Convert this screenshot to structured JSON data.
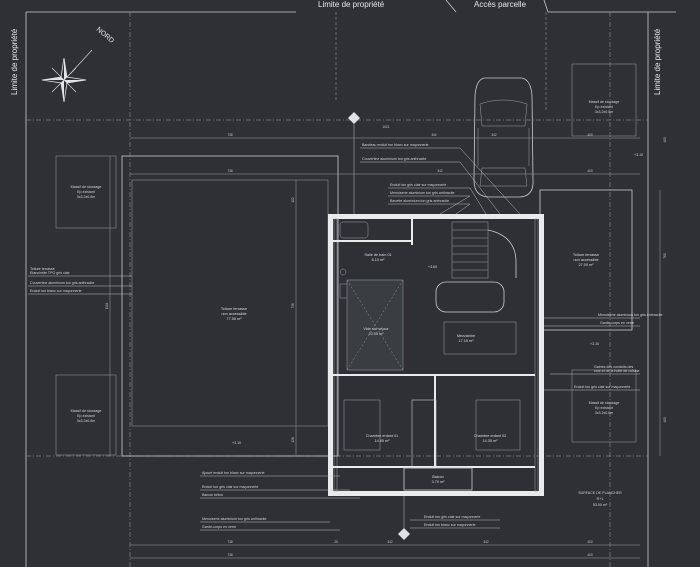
{
  "labels": {
    "property_limit_top": "Limite de propriété",
    "access": "Accès parcelle",
    "property_limit_left": "Limite de propriété",
    "property_limit_right": "Limite de propriété",
    "north": "NORD"
  },
  "storage": [
    {
      "title": "Massif de stockage",
      "line2": "Ep existant",
      "line3": "3x3.2x0.6m"
    },
    {
      "title": "Massif de stockage",
      "line2": "Ep existant",
      "line3": "3x3.2x0.6m"
    },
    {
      "title": "Massif de stockage",
      "line2": "Ep existant",
      "line3": "3x3.2x0.6m"
    },
    {
      "title": "Massif de stockage",
      "line2": "Ep existant",
      "line3": "3x3.2x0.6m"
    }
  ],
  "roofs": {
    "left": {
      "line1": "Toiture terrasse",
      "line2": "non accessible",
      "line3": "77.55 m²"
    },
    "right": {
      "line1": "Toiture terrasse",
      "line2": "non accessible",
      "line3": "27.00 m²"
    }
  },
  "rooms": {
    "bath": {
      "name": "Salle de bain 01",
      "area": "6.10 m²"
    },
    "void": {
      "name": "Vide sur séjour",
      "area": "23.55 m²"
    },
    "mezz": {
      "name": "Mezzanine",
      "area": "17.15 m²"
    },
    "child1": {
      "name": "Chambre enfant 01",
      "area": "14.85 m²"
    },
    "child2": {
      "name": "Chambre enfant 02",
      "area": "14.35 m²"
    },
    "balcony": {
      "name": "Balcon",
      "area": "3.70 m²"
    }
  },
  "annotations_top": [
    "Bandeau enduit ton blanc sur maçonnerie",
    "Couvertine aluminium ton gris anthracite",
    "Enduit ton gris clair sur maçonnerie",
    "Menuiserie aluminium ton gris anthracite",
    "Bavette aluminium ton gris anthracite"
  ],
  "annotations_left": [
    "Toiture terrasse",
    "Etanchéité TPO gris clair",
    "Couvertine aluminium ton gris anthracite",
    "Enduit ton blanc sur maçonnerie"
  ],
  "annotations_right": [
    "Menuiserie aluminium ton gris anthracite",
    "Garde-corps en verre",
    "Gaines des conduits des",
    "vmc et de la hotte de cuisine",
    "Enduit ton gris clair sur maçonnerie"
  ],
  "annotations_bottom": [
    "Ajouré enduit ton blanc sur maçonnerie",
    "Enduit ton gris clair sur maçonnerie",
    "Balcon béton",
    "Menuiserie aluminium ton gris anthracite",
    "Garde-corps en verre"
  ],
  "annotations_bottom_right": [
    "Enduit ton gris clair sur maçonnerie",
    "Enduit ton blanc sur maçonnerie"
  ],
  "surface": {
    "title": "SURFACE DE PLANCHER",
    "level": "R+1",
    "value": "53.50 m²"
  },
  "levels": [
    "+3.60",
    "+3.10",
    "+3.10",
    "+3.10"
  ],
  "dims_top": [
    "738",
    "1021",
    "342",
    "342",
    "400",
    "738",
    "342",
    "400"
  ],
  "dims_bottom": [
    "738",
    "25",
    "342",
    "342",
    "400",
    "738",
    "400"
  ],
  "dims_left": [
    "1104",
    "738",
    "102",
    "128"
  ],
  "dims_right": [
    "760",
    "400",
    "400"
  ]
}
